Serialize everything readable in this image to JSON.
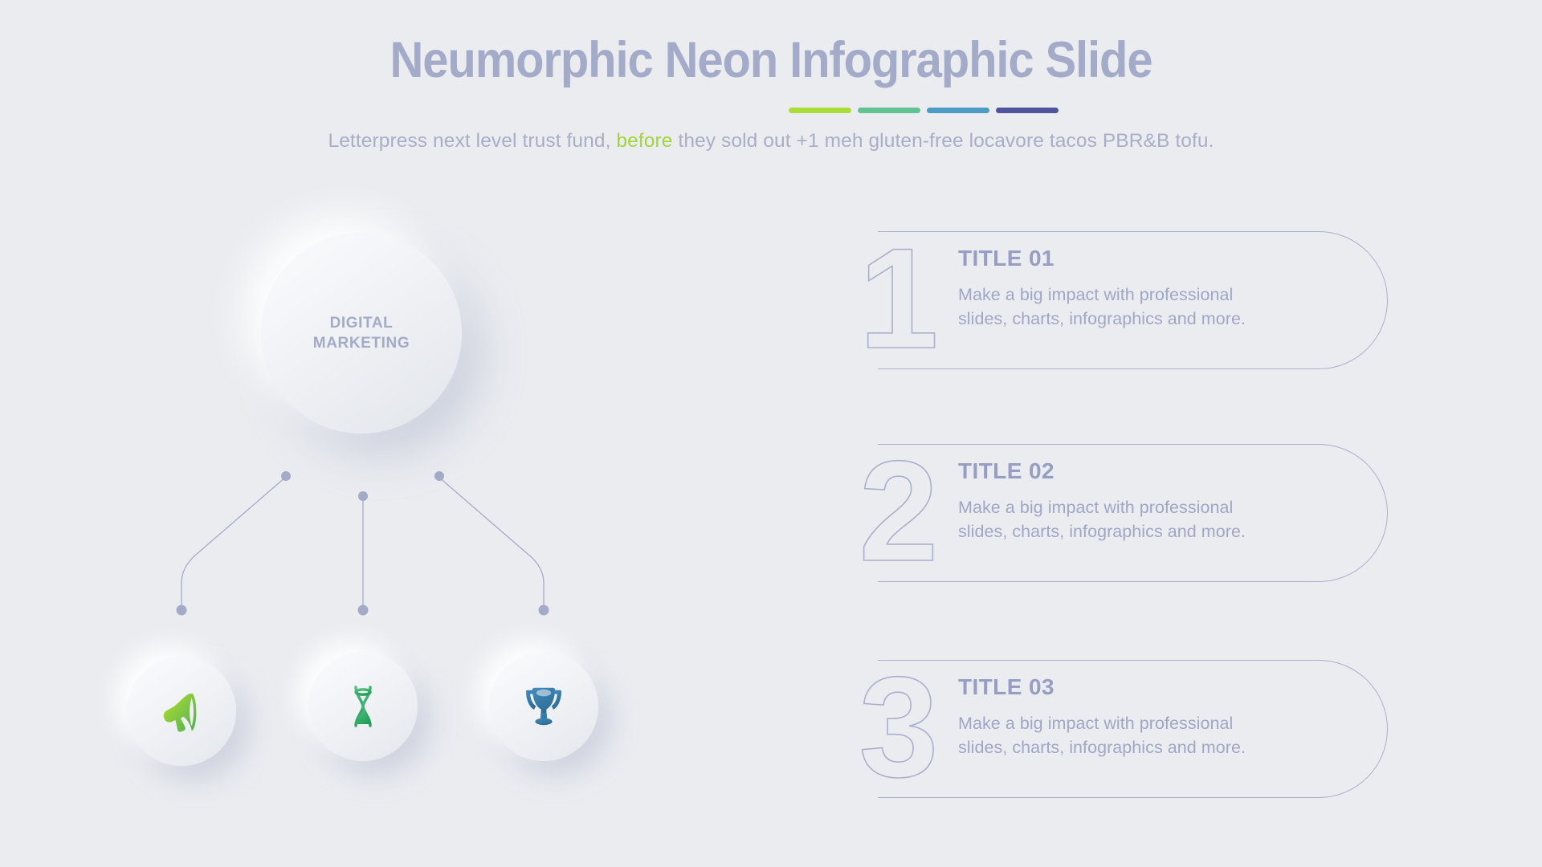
{
  "header": {
    "title": "Neumorphic Neon Infographic Slide",
    "accent_bars": [
      {
        "name": "bar-lime",
        "color": "#a9dd36"
      },
      {
        "name": "bar-teal",
        "color": "#62c294"
      },
      {
        "name": "bar-blue",
        "color": "#4d9cc4"
      },
      {
        "name": "bar-indigo",
        "color": "#4f549c"
      }
    ],
    "subtitle": {
      "before_text": "Letterpress next level trust fund, ",
      "highlight": "before",
      "highlight_color": "#a3d53a",
      "after_text": " they sold out +1 meh gluten-free locavore tacos PBR&B tofu."
    }
  },
  "diagram": {
    "hub": {
      "label_line1": "DIGITAL",
      "label_line2": "MARKETING"
    },
    "nodes": [
      {
        "name": "node-megaphone",
        "icon": "megaphone-icon",
        "color_start": "#b7e02a",
        "color_end": "#59b455"
      },
      {
        "name": "node-hourglass",
        "icon": "hourglass-icon",
        "color_start": "#4fb87d",
        "color_end": "#2fa35c"
      },
      {
        "name": "node-trophy",
        "icon": "trophy-icon",
        "color_start": "#3f83b5",
        "color_end": "#2d6a93"
      }
    ],
    "connector_color": "#a3abc8"
  },
  "cards": [
    {
      "number": "1",
      "title": "TITLE 01",
      "text_line1": "Make a big impact with professional",
      "text_line2": "slides, charts, infographics and more."
    },
    {
      "number": "2",
      "title": "TITLE 02",
      "text_line1": "Make a big impact with professional",
      "text_line2": "slides, charts, infographics and more."
    },
    {
      "number": "3",
      "title": "TITLE 03",
      "text_line1": "Make a big impact with professional",
      "text_line2": "slides, charts, infographics and more."
    }
  ],
  "theme": {
    "background": "#eaecf0",
    "muted_text": "#a3abc8",
    "outline": "#a9b0cc"
  }
}
